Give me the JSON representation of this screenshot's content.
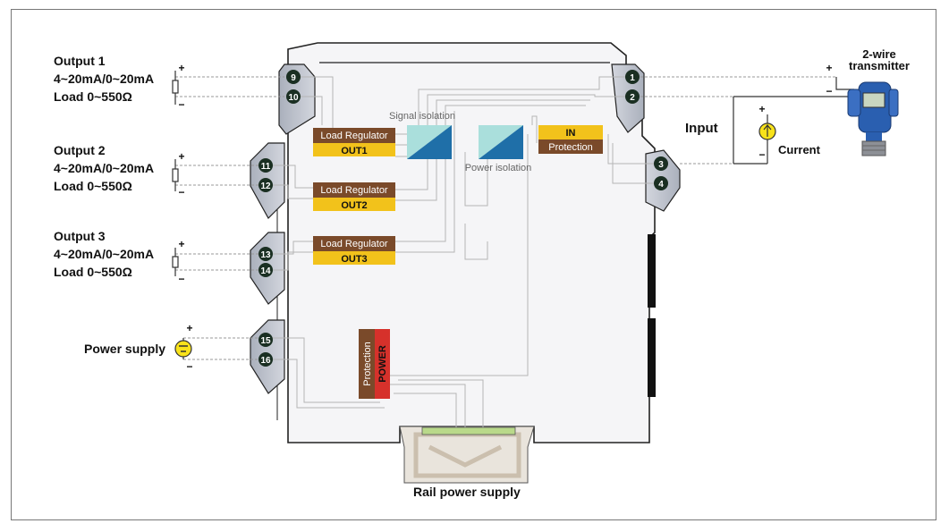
{
  "outputs": [
    {
      "title": "Output 1",
      "range": "4~20mA/0~20mA",
      "load": "Load 0~550Ω"
    },
    {
      "title": "Output 2",
      "range": "4~20mA/0~20mA",
      "load": "Load 0~550Ω"
    },
    {
      "title": "Output 3",
      "range": "4~20mA/0~20mA",
      "load": "Load 0~550Ω"
    }
  ],
  "power_supply": "Power supply",
  "rail_power_supply": "Rail power supply",
  "transmitter": {
    "line1": "2-wire",
    "line2": "transmitter"
  },
  "input_label": "Input",
  "current_label": "Current",
  "blocks": {
    "load_regulator": "Load Regulator",
    "out1": "OUT1",
    "out2": "OUT2",
    "out3": "OUT3",
    "in": "IN",
    "protection": "Protection",
    "power": "POWER",
    "signal_isolation": "Signal isolation",
    "power_isolation": "Power isolation"
  },
  "terminals": [
    "1",
    "2",
    "3",
    "4",
    "9",
    "10",
    "11",
    "12",
    "13",
    "14",
    "15",
    "16"
  ],
  "polarity": {
    "plus": "+",
    "minus": "−"
  },
  "colors": {
    "brown": "#7a4a2a",
    "yellow": "#f2c21b",
    "red": "#d6312b",
    "housing": "#f4f4f6",
    "terminal": "#1a2f22",
    "grey_panel": "#b8bcc6"
  }
}
